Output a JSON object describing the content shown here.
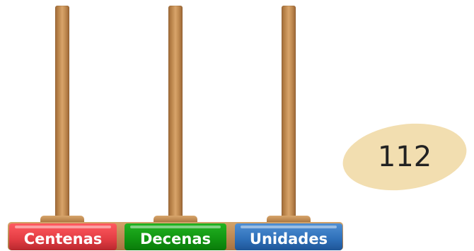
{
  "abacus": {
    "columns": [
      {
        "label": "Centenas",
        "color": "#e23c43",
        "beads": 0
      },
      {
        "label": "Decenas",
        "color": "#119411",
        "beads": 0
      },
      {
        "label": "Unidades",
        "color": "#2e6fb8",
        "beads": 0
      }
    ]
  },
  "target": {
    "value": "112",
    "bubble_color": "#f2deb0"
  }
}
